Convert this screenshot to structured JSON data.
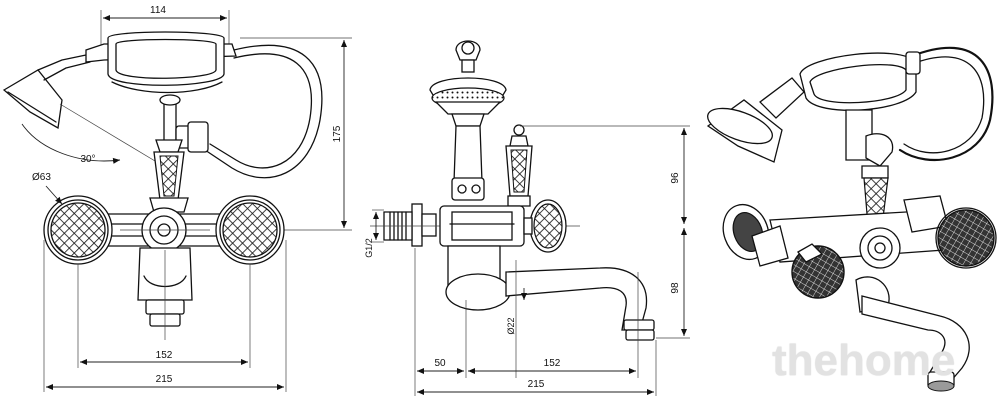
{
  "dimensions": {
    "front_width_top": "114",
    "front_angle": "30°",
    "front_diameter": "Ø63",
    "front_height": "175",
    "front_width_inner": "152",
    "front_width_outer": "215",
    "side_thread": "G1/2",
    "side_height_upper": "96",
    "side_height_lower": "98",
    "side_spout_diameter": "Ø22",
    "side_offset": "50",
    "side_spout_length": "152",
    "side_total_length": "215"
  },
  "watermark": "thehome"
}
